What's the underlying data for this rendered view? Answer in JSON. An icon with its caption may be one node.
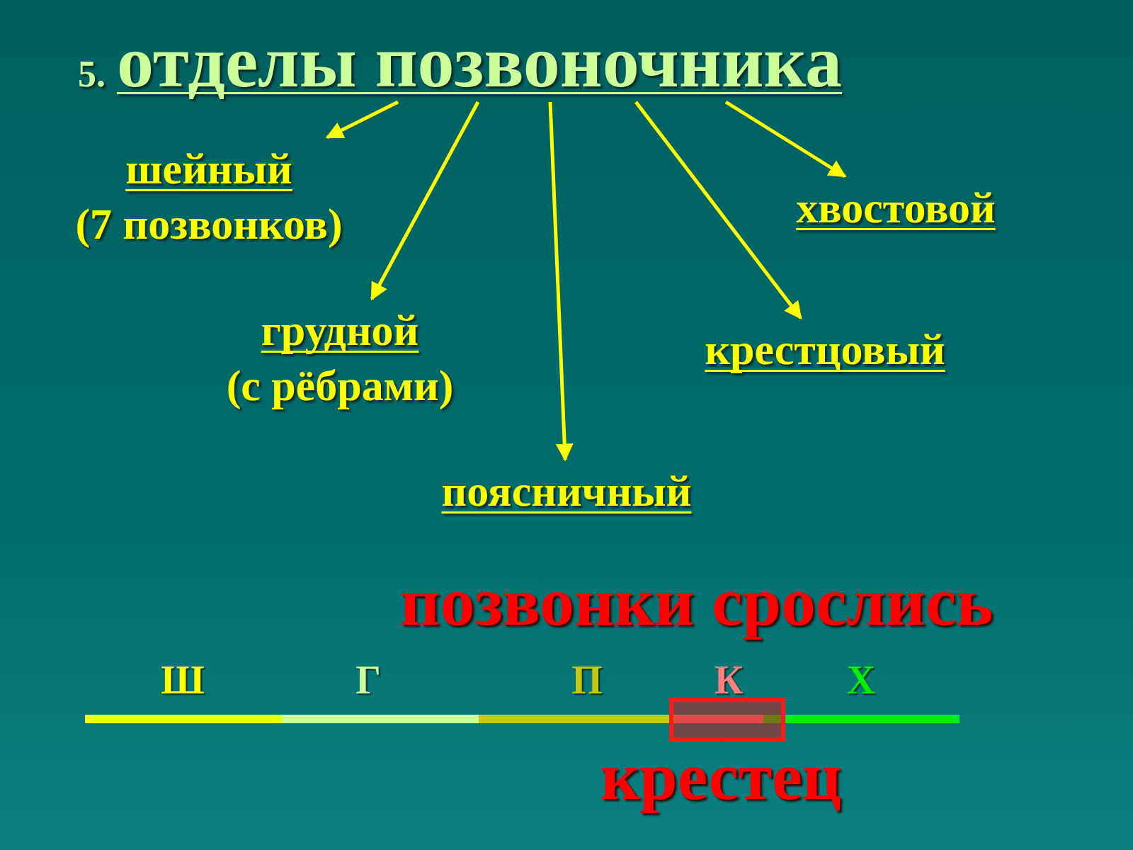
{
  "diagram": {
    "nodes": [
      {
        "text": [
          "5.",
          "отделы позвоночника"
        ]
      },
      {
        "text": [
          "шейный",
          "(7 позвонков)"
        ]
      },
      {
        "text": [
          "грудной",
          "(с рёбрами)"
        ]
      },
      {
        "text": [
          "поясничный"
        ]
      },
      {
        "text": [
          "крестцовый"
        ]
      },
      {
        "text": [
          "хвостовой"
        ]
      }
    ],
    "edges": [
      {
        "from": 0,
        "to": 1,
        "arrow": "to"
      },
      {
        "from": 0,
        "to": 2,
        "arrow": "to"
      },
      {
        "from": 0,
        "to": 3,
        "arrow": "to"
      },
      {
        "from": 0,
        "to": 4,
        "arrow": "to"
      },
      {
        "from": 0,
        "to": 5,
        "arrow": "to"
      }
    ],
    "labels": [
      "позвонки срослись",
      "Ш",
      "Г",
      "П",
      "К",
      "Х",
      "крестец"
    ]
  }
}
